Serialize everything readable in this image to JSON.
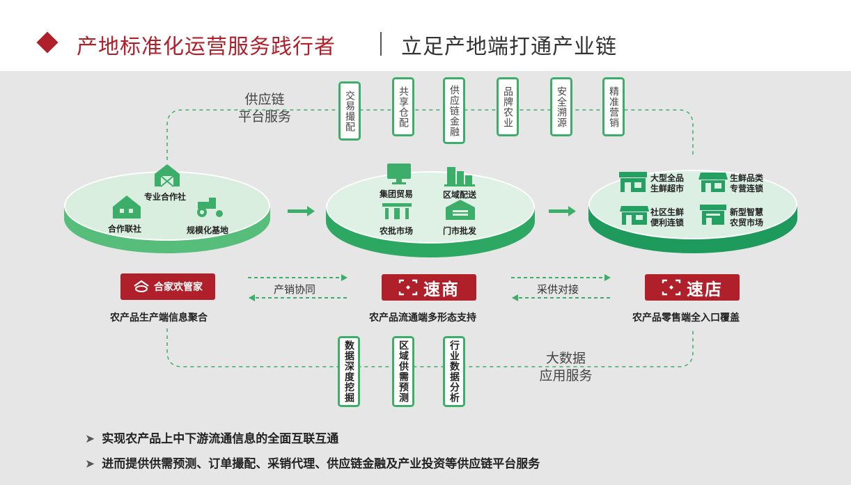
{
  "header": {
    "title_main": "产地标准化运营服务践行者",
    "title_sub": "立足产地端打通产业链"
  },
  "supply_chain": {
    "label_line1": "供应链",
    "label_line2": "平台服务",
    "services": [
      "交易撮配",
      "共享仓配",
      "供应链金融",
      "品牌农业",
      "安全溯源",
      "精准营销"
    ]
  },
  "stages": {
    "production": {
      "items": [
        "专业合作社",
        "合作联社",
        "规模化基地"
      ]
    },
    "circulation": {
      "items": [
        "集团贸易",
        "区域配送",
        "农批市场",
        "门市批发"
      ]
    },
    "retail": {
      "items": [
        [
          "大型全品",
          "生鲜超市"
        ],
        [
          "生鲜品类",
          "专营连锁"
        ],
        [
          "社区生鲜",
          "便利连锁"
        ],
        [
          "新型智慧",
          "农贸市场"
        ]
      ]
    }
  },
  "brands": {
    "left": {
      "name": "合家欢管家",
      "caption": "农产品生产端信息聚合"
    },
    "center": {
      "name": "速商",
      "caption": "农产品流通端多形态支持"
    },
    "right": {
      "name": "速店",
      "caption": "农产品零售端全入口覆盖"
    }
  },
  "flows": {
    "left": "产销协同",
    "right": "采供对接"
  },
  "big_data": {
    "label_line1": "大数据",
    "label_line2": "应用服务",
    "services": [
      "数据深度挖掘",
      "区域供需预测",
      "行业数据分析"
    ]
  },
  "bullets": [
    "实现农产品上中下游流通信息的全面互联互通",
    "进而提供供需预测、订单撮配、采销代理、供应链金融及产业投资等供应链平台服务"
  ],
  "colors": {
    "brand_red": "#b0202a",
    "light_green": "#6cc98a",
    "mid_green": "#3cae69",
    "dark_green": "#23a062",
    "background": "#e6e6e6"
  }
}
